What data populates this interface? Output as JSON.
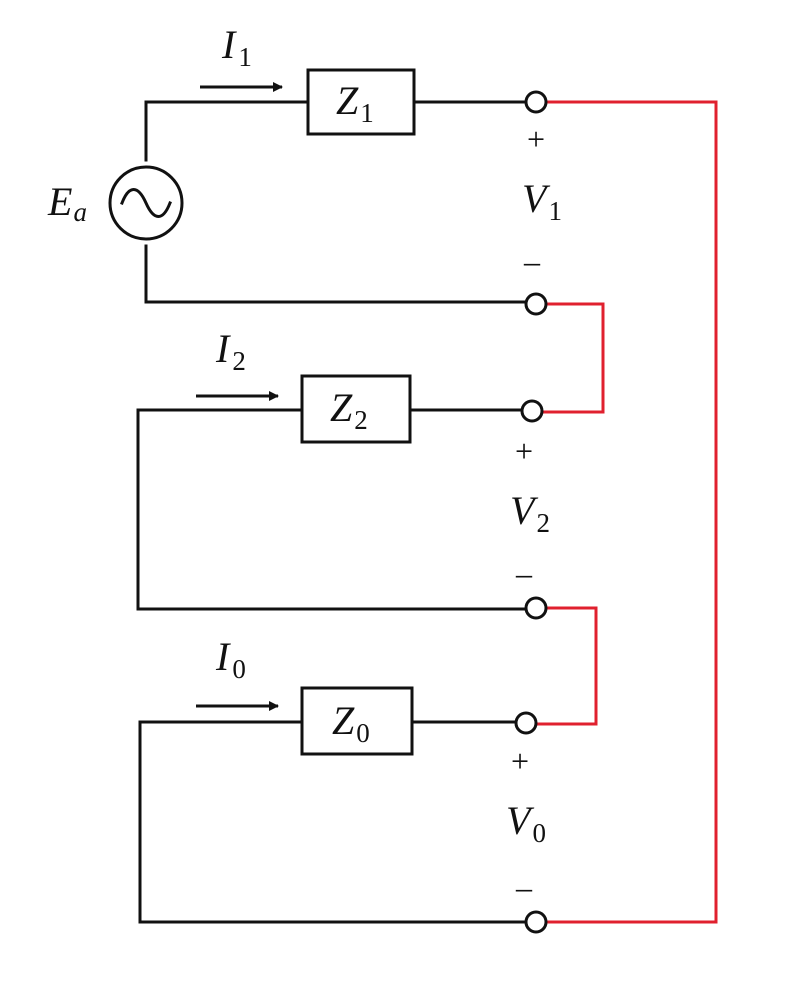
{
  "colors": {
    "wire": "#111111",
    "connection": "#e0202e",
    "background": "#ffffff"
  },
  "source": {
    "label": "E",
    "sub": "a",
    "icon": "ac-source-icon"
  },
  "stages": [
    {
      "current_label": "I",
      "current_sub": "1",
      "impedance_label": "Z",
      "impedance_sub": "1",
      "voltage_label": "V",
      "voltage_sub": "1",
      "plus": "+",
      "minus": "–"
    },
    {
      "current_label": "I",
      "current_sub": "2",
      "impedance_label": "Z",
      "impedance_sub": "2",
      "voltage_label": "V",
      "voltage_sub": "2",
      "plus": "+",
      "minus": "–"
    },
    {
      "current_label": "I",
      "current_sub": "0",
      "impedance_label": "Z",
      "impedance_sub": "0",
      "voltage_label": "V",
      "voltage_sub": "0",
      "plus": "+",
      "minus": "–"
    }
  ]
}
